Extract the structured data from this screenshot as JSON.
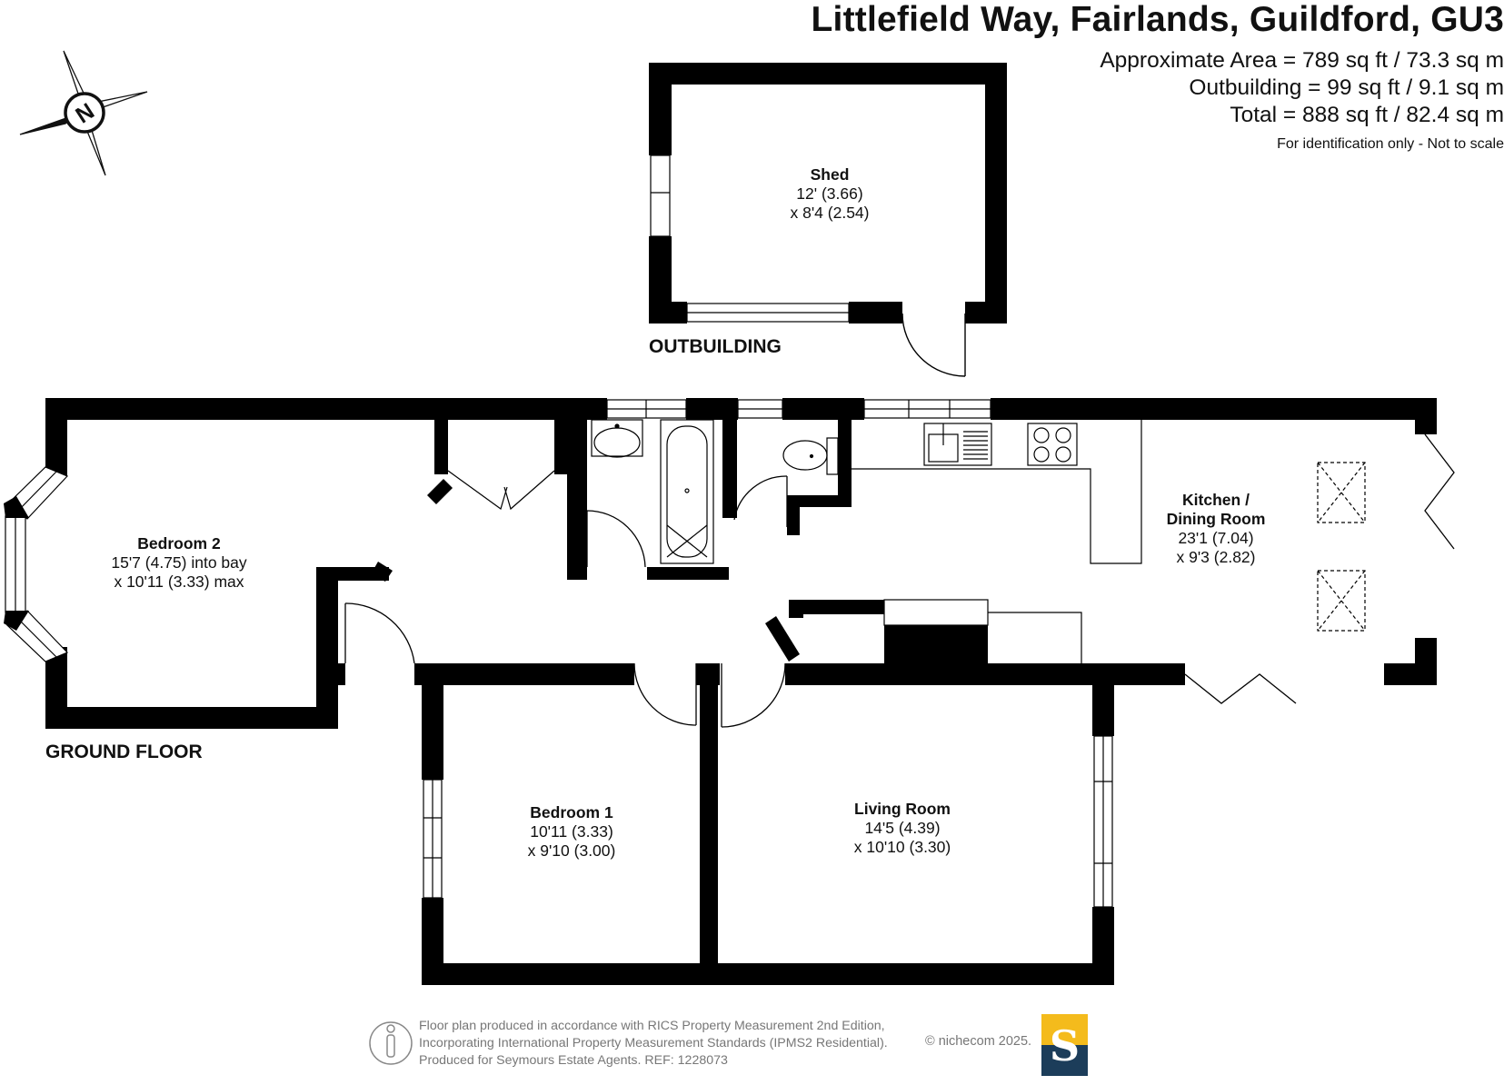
{
  "header": {
    "address": "Littlefield Way, Fairlands, Guildford, GU3",
    "approx_area": "Approximate Area = 789 sq ft / 73.3 sq m",
    "outbuilding_area": "Outbuilding = 99 sq ft / 9.1 sq m",
    "total_area": "Total = 888 sq ft / 82.4 sq m",
    "disclaimer": "For identification only - Not to scale"
  },
  "compass": {
    "letter": "N",
    "icon": "compass-north-icon"
  },
  "floors": {
    "outbuilding": "OUTBUILDING",
    "ground": "GROUND FLOOR"
  },
  "rooms": {
    "shed": {
      "name": "Shed",
      "dim1": "12' (3.66)",
      "dim2": "x 8'4 (2.54)"
    },
    "bedroom2": {
      "name": "Bedroom 2",
      "dim1": "15'7 (4.75) into bay",
      "dim2": "x 10'11 (3.33) max"
    },
    "kitchen": {
      "name1": "Kitchen /",
      "name2": "Dining Room",
      "dim1": "23'1 (7.04)",
      "dim2": "x 9'3 (2.82)"
    },
    "bedroom1": {
      "name": "Bedroom 1",
      "dim1": "10'11 (3.33)",
      "dim2": "x 9'10 (3.00)"
    },
    "living": {
      "name": "Living Room",
      "dim1": "14'5 (4.39)",
      "dim2": "x 10'10 (3.30)"
    }
  },
  "footer": {
    "line1": "Floor plan produced in accordance with RICS Property Measurement 2nd Edition,",
    "line2": "Incorporating International Property Measurement Standards (IPMS2 Residential).",
    "line3": "Produced for Seymours Estate Agents.   REF: 1228073",
    "copyright": "© nichecom 2025.",
    "logo_letter": "S",
    "info_icon": "person-info-icon"
  },
  "colors": {
    "wall": "#000000",
    "logo_gold": "#f4bb1c",
    "logo_navy": "#1c3d5a",
    "footer_text": "#777777"
  }
}
